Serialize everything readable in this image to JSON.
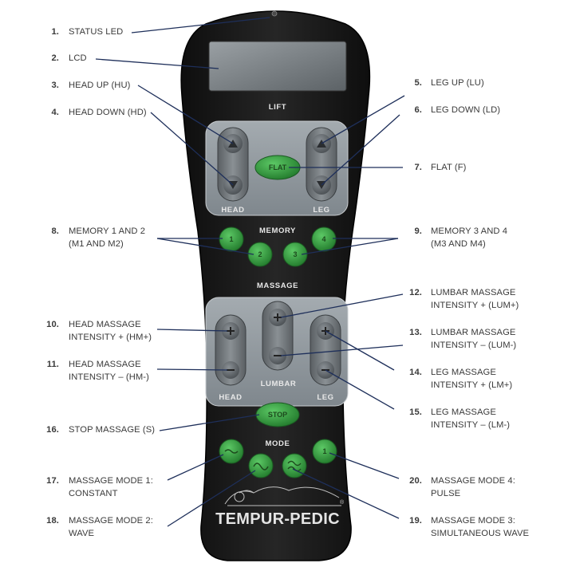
{
  "remote": {
    "section_lift": "LIFT",
    "section_memory": "MEMORY",
    "section_massage": "MASSAGE",
    "section_mode": "MODE",
    "lift_head": "HEAD",
    "lift_leg": "LEG",
    "massage_head": "HEAD",
    "massage_lumbar": "LUMBAR",
    "massage_leg": "LEG",
    "flat_button": "FLAT",
    "stop_button": "STOP",
    "memory_buttons": [
      "1",
      "2",
      "3",
      "4"
    ],
    "mode4_glyph": "1",
    "brand": "TEMPUR-PEDIC",
    "brand_mark": "®"
  },
  "callouts": [
    {
      "num": "1.",
      "lines": [
        "STATUS LED"
      ]
    },
    {
      "num": "2.",
      "lines": [
        "LCD"
      ]
    },
    {
      "num": "3.",
      "lines": [
        "HEAD UP (HU)"
      ]
    },
    {
      "num": "4.",
      "lines": [
        "HEAD DOWN (HD)"
      ]
    },
    {
      "num": "5.",
      "lines": [
        "LEG UP (LU)"
      ]
    },
    {
      "num": "6.",
      "lines": [
        "LEG DOWN (LD)"
      ]
    },
    {
      "num": "7.",
      "lines": [
        "FLAT (F)"
      ]
    },
    {
      "num": "8.",
      "lines": [
        "MEMORY 1 AND 2",
        "(M1 AND M2)"
      ]
    },
    {
      "num": "9.",
      "lines": [
        "MEMORY 3 AND 4",
        "(M3 AND M4)"
      ]
    },
    {
      "num": "10.",
      "lines": [
        "HEAD MASSAGE",
        "INTENSITY + (HM+)"
      ]
    },
    {
      "num": "11.",
      "lines": [
        "HEAD MASSAGE",
        "INTENSITY – (HM-)"
      ]
    },
    {
      "num": "12.",
      "lines": [
        "LUMBAR MASSAGE",
        "INTENSITY + (LUM+)"
      ]
    },
    {
      "num": "13.",
      "lines": [
        "LUMBAR MASSAGE",
        "INTENSITY – (LUM-)"
      ]
    },
    {
      "num": "14.",
      "lines": [
        "LEG MASSAGE",
        "INTENSITY + (LM+)"
      ]
    },
    {
      "num": "15.",
      "lines": [
        "LEG MASSAGE",
        "INTENSITY – (LM-)"
      ]
    },
    {
      "num": "16.",
      "lines": [
        "STOP MASSAGE (S)"
      ]
    },
    {
      "num": "17.",
      "lines": [
        "MASSAGE MODE 1:",
        "CONSTANT"
      ]
    },
    {
      "num": "18.",
      "lines": [
        "MASSAGE MODE 2:",
        "WAVE"
      ]
    },
    {
      "num": "19.",
      "lines": [
        "MASSAGE MODE 3:",
        "SIMULTANEOUS WAVE"
      ]
    },
    {
      "num": "20.",
      "lines": [
        "MASSAGE MODE 4:",
        "PULSE"
      ]
    }
  ],
  "colors": {
    "remote_body": "#1c1c1c",
    "panel": "#8f979d",
    "button_green": "#2f9a3c",
    "button_gray": "#6a6f73",
    "leader_line": "#1e2f5a",
    "text": "#3a3a3a"
  }
}
